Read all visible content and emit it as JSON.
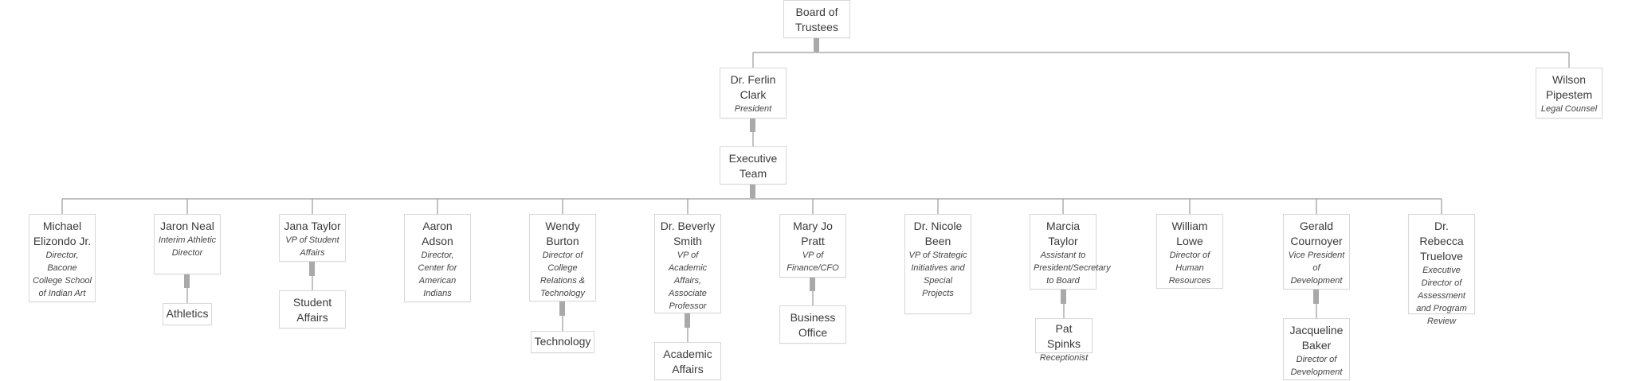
{
  "colors": {
    "connector": "#9a9a9a",
    "handle": "#a9a9a9",
    "border": "#d8d8d8",
    "text": "#3a3a3a"
  },
  "nodes": {
    "board": {
      "name": "Board of Trustees",
      "role": ""
    },
    "clark": {
      "name": "Dr. Ferlin Clark",
      "role": "President"
    },
    "pipestem": {
      "name": "Wilson Pipestem",
      "role": "Legal Counsel"
    },
    "executive": {
      "name": "Executive Team",
      "role": ""
    },
    "elizondo": {
      "name": "Michael Elizondo Jr.",
      "role": "Director, Bacone College School of Indian Art"
    },
    "neal": {
      "name": "Jaron Neal",
      "role": "Interim Athletic Director"
    },
    "athletics": {
      "name": "Athletics",
      "role": ""
    },
    "jtaylor": {
      "name": "Jana Taylor",
      "role": "VP of Student Affairs"
    },
    "studentaffairs": {
      "name": "Student Affairs",
      "role": ""
    },
    "adson": {
      "name": "Aaron Adson",
      "role": "Director, Center for American Indians"
    },
    "burton": {
      "name": "Wendy Burton",
      "role": "Director of College Relations & Technology"
    },
    "technology": {
      "name": "Technology",
      "role": ""
    },
    "smith": {
      "name": "Dr. Beverly Smith",
      "role": "VP of Academic Affairs, Associate Professor"
    },
    "academicaffairs": {
      "name": "Academic Affairs",
      "role": ""
    },
    "pratt": {
      "name": "Mary Jo Pratt",
      "role": "VP of Finance/CFO"
    },
    "businessoffice": {
      "name": "Business Office",
      "role": ""
    },
    "been": {
      "name": "Dr. Nicole Been",
      "role": "VP of Strategic Initiatives and Special Projects"
    },
    "mtaylor": {
      "name": "Marcia Taylor",
      "role": "Assistant to President/Secretary to Board"
    },
    "spinks": {
      "name": "Pat Spinks",
      "role": "Receptionist"
    },
    "lowe": {
      "name": "William Lowe",
      "role": "Director of Human Resources"
    },
    "cournoyer": {
      "name": "Gerald Cournoyer",
      "role": "Vice President of Development"
    },
    "baker": {
      "name": "Jacqueline Baker",
      "role": "Director of Development"
    },
    "truelove": {
      "name": "Dr. Rebecca Truelove",
      "role": "Executive Director of Assessment and Program Review"
    }
  }
}
